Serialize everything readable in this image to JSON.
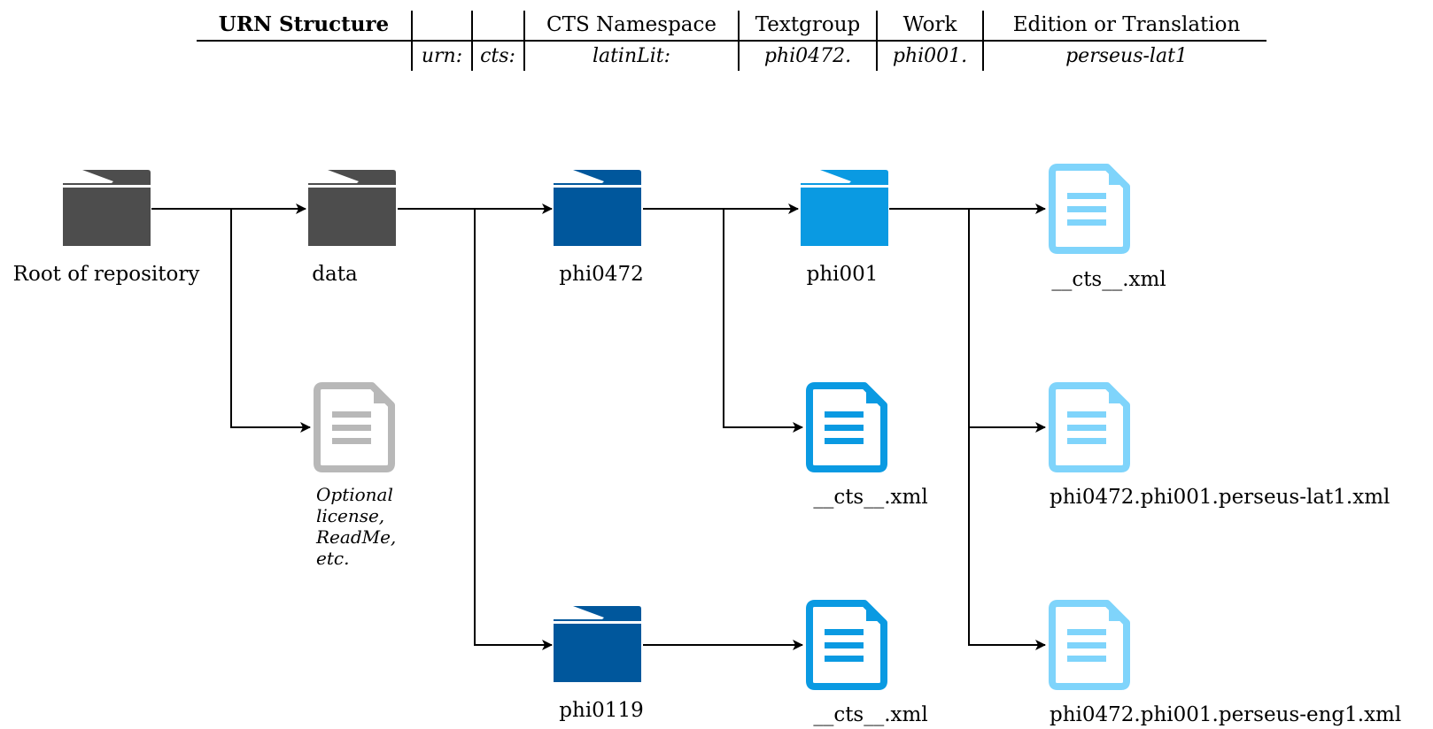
{
  "urn_table": {
    "headers": [
      "URN Structure",
      "",
      "",
      "CTS Namespace",
      "Textgroup",
      "Work",
      "Edition or Translation"
    ],
    "values": [
      "",
      "urn:",
      "cts:",
      "latinLit:",
      "phi0472.",
      "phi001.",
      "perseus-lat1"
    ]
  },
  "nodes": {
    "root": {
      "label": "Root of repository",
      "icon": "folder-icon",
      "color": "#4d4d4d"
    },
    "data": {
      "label": "data",
      "icon": "folder-icon",
      "color": "#4d4d4d"
    },
    "optional": {
      "lines": [
        "Optional",
        "license,",
        "ReadMe,",
        "etc."
      ],
      "icon": "document-icon",
      "color": "#b8b8b8"
    },
    "phi0472": {
      "label": "phi0472",
      "icon": "folder-icon",
      "color": "#00579c"
    },
    "phi0119": {
      "label": "phi0119",
      "icon": "folder-icon",
      "color": "#00579c"
    },
    "phi001": {
      "label": "phi001",
      "icon": "folder-icon",
      "color": "#0a9ae2"
    },
    "cts_phi0472": {
      "label": "__cts__.xml",
      "icon": "document-icon",
      "color": "#0a9ae2"
    },
    "cts_phi0119": {
      "label": "__cts__.xml",
      "icon": "document-icon",
      "color": "#0a9ae2"
    },
    "cts_phi001": {
      "label": "__cts__.xml",
      "icon": "document-icon",
      "color": "#7fd4fb"
    },
    "lat1": {
      "label": "phi0472.phi001.perseus-lat1.xml",
      "icon": "document-icon",
      "color": "#7fd4fb"
    },
    "eng1": {
      "label": "phi0472.phi001.perseus-eng1.xml",
      "icon": "document-icon",
      "color": "#7fd4fb"
    }
  }
}
